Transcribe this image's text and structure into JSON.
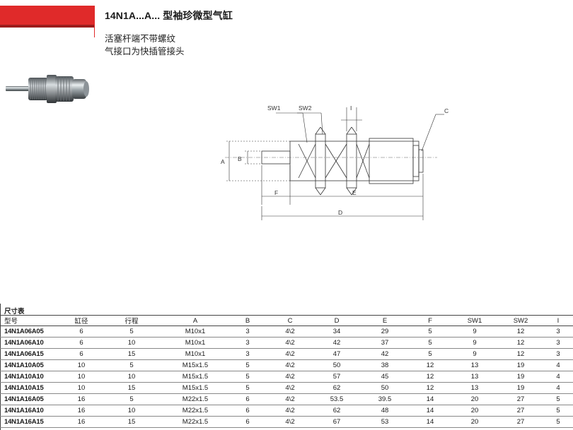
{
  "header": {
    "title": "14N1A...A... 型袖珍微型气缸",
    "desc_line1": "活塞杆端不带螺纹",
    "desc_line2": "气接口为快插管接头"
  },
  "drawing": {
    "labels": {
      "sw1": "SW1",
      "sw2": "SW2",
      "i": "I",
      "c": "C",
      "a": "A",
      "b": "B",
      "f": "F",
      "e": "E",
      "d": "D"
    }
  },
  "table": {
    "caption": "尺寸表",
    "columns": [
      "型号",
      "缸径",
      "行程",
      "A",
      "B",
      "C",
      "D",
      "E",
      "F",
      "SW1",
      "SW2",
      "I"
    ],
    "rows": [
      [
        "14N1A06A05",
        "6",
        "5",
        "M10x1",
        "3",
        "4\\2",
        "34",
        "29",
        "5",
        "9",
        "12",
        "3"
      ],
      [
        "14N1A06A10",
        "6",
        "10",
        "M10x1",
        "3",
        "4\\2",
        "42",
        "37",
        "5",
        "9",
        "12",
        "3"
      ],
      [
        "14N1A06A15",
        "6",
        "15",
        "M10x1",
        "3",
        "4\\2",
        "47",
        "42",
        "5",
        "9",
        "12",
        "3"
      ],
      [
        "14N1A10A05",
        "10",
        "5",
        "M15x1.5",
        "5",
        "4\\2",
        "50",
        "38",
        "12",
        "13",
        "19",
        "4"
      ],
      [
        "14N1A10A10",
        "10",
        "10",
        "M15x1.5",
        "5",
        "4\\2",
        "57",
        "45",
        "12",
        "13",
        "19",
        "4"
      ],
      [
        "14N1A10A15",
        "10",
        "15",
        "M15x1.5",
        "5",
        "4\\2",
        "62",
        "50",
        "12",
        "13",
        "19",
        "4"
      ],
      [
        "14N1A16A05",
        "16",
        "5",
        "M22x1.5",
        "6",
        "4\\2",
        "53.5",
        "39.5",
        "14",
        "20",
        "27",
        "5"
      ],
      [
        "14N1A16A10",
        "16",
        "10",
        "M22x1.5",
        "6",
        "4\\2",
        "62",
        "48",
        "14",
        "20",
        "27",
        "5"
      ],
      [
        "14N1A16A15",
        "16",
        "15",
        "M22x1.5",
        "6",
        "4\\2",
        "67",
        "53",
        "14",
        "20",
        "27",
        "5"
      ]
    ]
  },
  "colors": {
    "accent": "#e02a2a",
    "accent_dark": "#9d1b1b"
  }
}
